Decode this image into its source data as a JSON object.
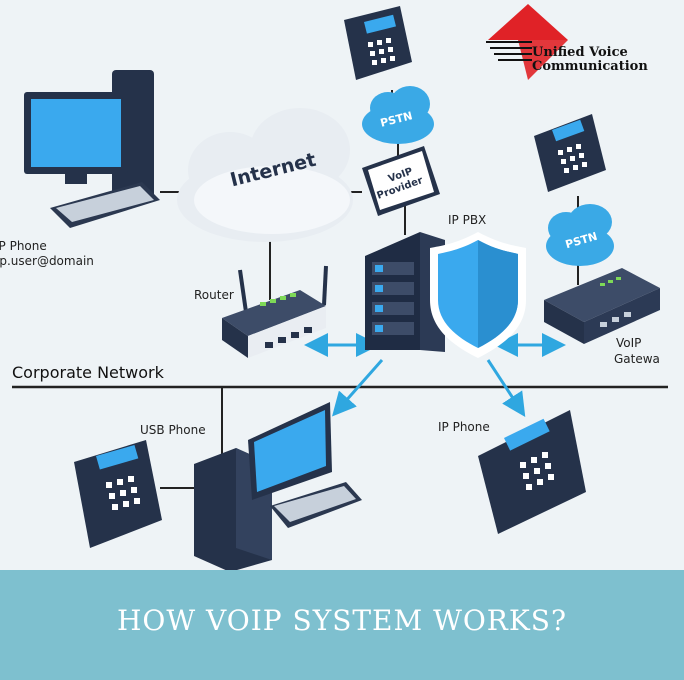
{
  "brand": {
    "line1": "Unified Voice",
    "line2": "Communication"
  },
  "labels": {
    "internet": "Internet",
    "pstn_top": "PSTN",
    "pstn_right": "PSTN",
    "voip_provider_line1": "VoIP",
    "voip_provider_line2": "Provider",
    "ip_pbx": "IP PBX",
    "ip_phone_user_line1": "IP Phone",
    "ip_phone_user_line2": "ip.user@domain",
    "router": "Router",
    "voip_gateway_line1": "VoIP",
    "voip_gateway_line2": "Gatewa",
    "corporate_network": "Corporate Network",
    "usb_phone": "USB Phone",
    "ip_phone": "IP Phone"
  },
  "banner": {
    "title": "HOW VOIP SYSTEM WORKS?"
  },
  "colors": {
    "screen": "#3aa9ee",
    "device": "#25324a",
    "cloud": "#3aa9e6",
    "arrow": "#2fa7e0",
    "banner": "#7ec0cf",
    "brand_red": "#e02227"
  }
}
